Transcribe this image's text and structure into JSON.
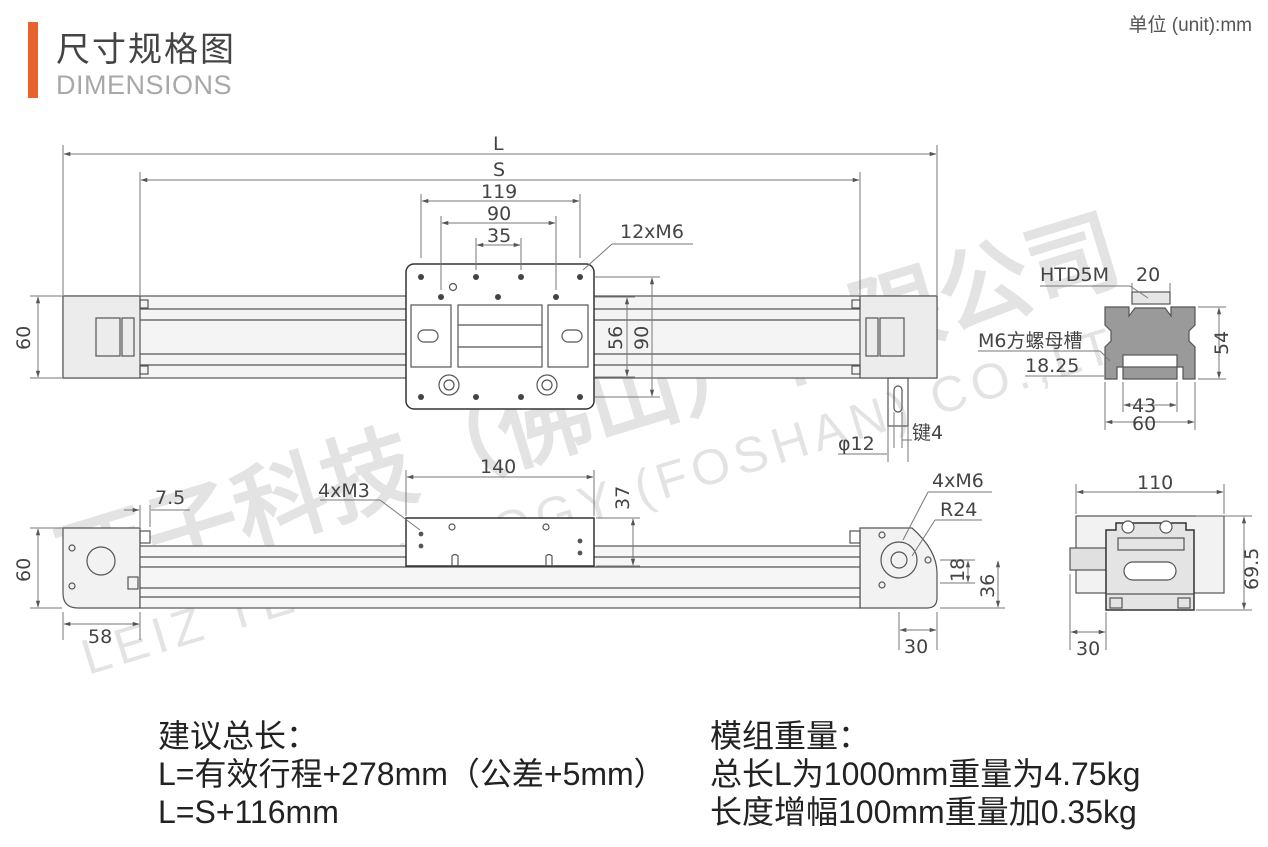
{
  "header": {
    "title": "尺寸规格图",
    "subtitle": "DIMENSIONS",
    "unit_note": "单位 (unit):mm",
    "accent_color": "#e8632c"
  },
  "watermark": {
    "cn": "西子科技（佛山）有限公司",
    "en": "LEIZ TECHNOLOGY (FOSHAN) CO.,LTD."
  },
  "top_view": {
    "L": "L",
    "S": "S",
    "w119": "119",
    "w90": "90",
    "w35": "35",
    "holes": "12xM6",
    "h60": "60",
    "h56": "56",
    "h90": "90",
    "shaft_dia": "φ12",
    "key": "键4"
  },
  "section_view": {
    "belt": "HTD5M",
    "belt_w": "20",
    "nut_slot": "M6方螺母槽",
    "slot_offset": "18.25",
    "h54": "54",
    "w43": "43",
    "w60": "60"
  },
  "side_view": {
    "d7_5": "7.5",
    "holes_m3": "4xM3",
    "w140": "140",
    "h37": "37",
    "h60": "60",
    "w58": "58",
    "holes_m6": "4xM6",
    "r24": "R24",
    "h18": "18",
    "h36": "36",
    "w30": "30"
  },
  "end_view": {
    "w110": "110",
    "h69_5": "69.5",
    "w30": "30"
  },
  "notes": {
    "length_title": "建议总长：",
    "length_formula_1": "L=有效行程+278mm（公差+5mm）",
    "length_formula_2": "L=S+116mm",
    "weight_title": "模组重量：",
    "weight_1": "总长L为1000mm重量为4.75kg",
    "weight_2": "长度增幅100mm重量加0.35kg"
  }
}
